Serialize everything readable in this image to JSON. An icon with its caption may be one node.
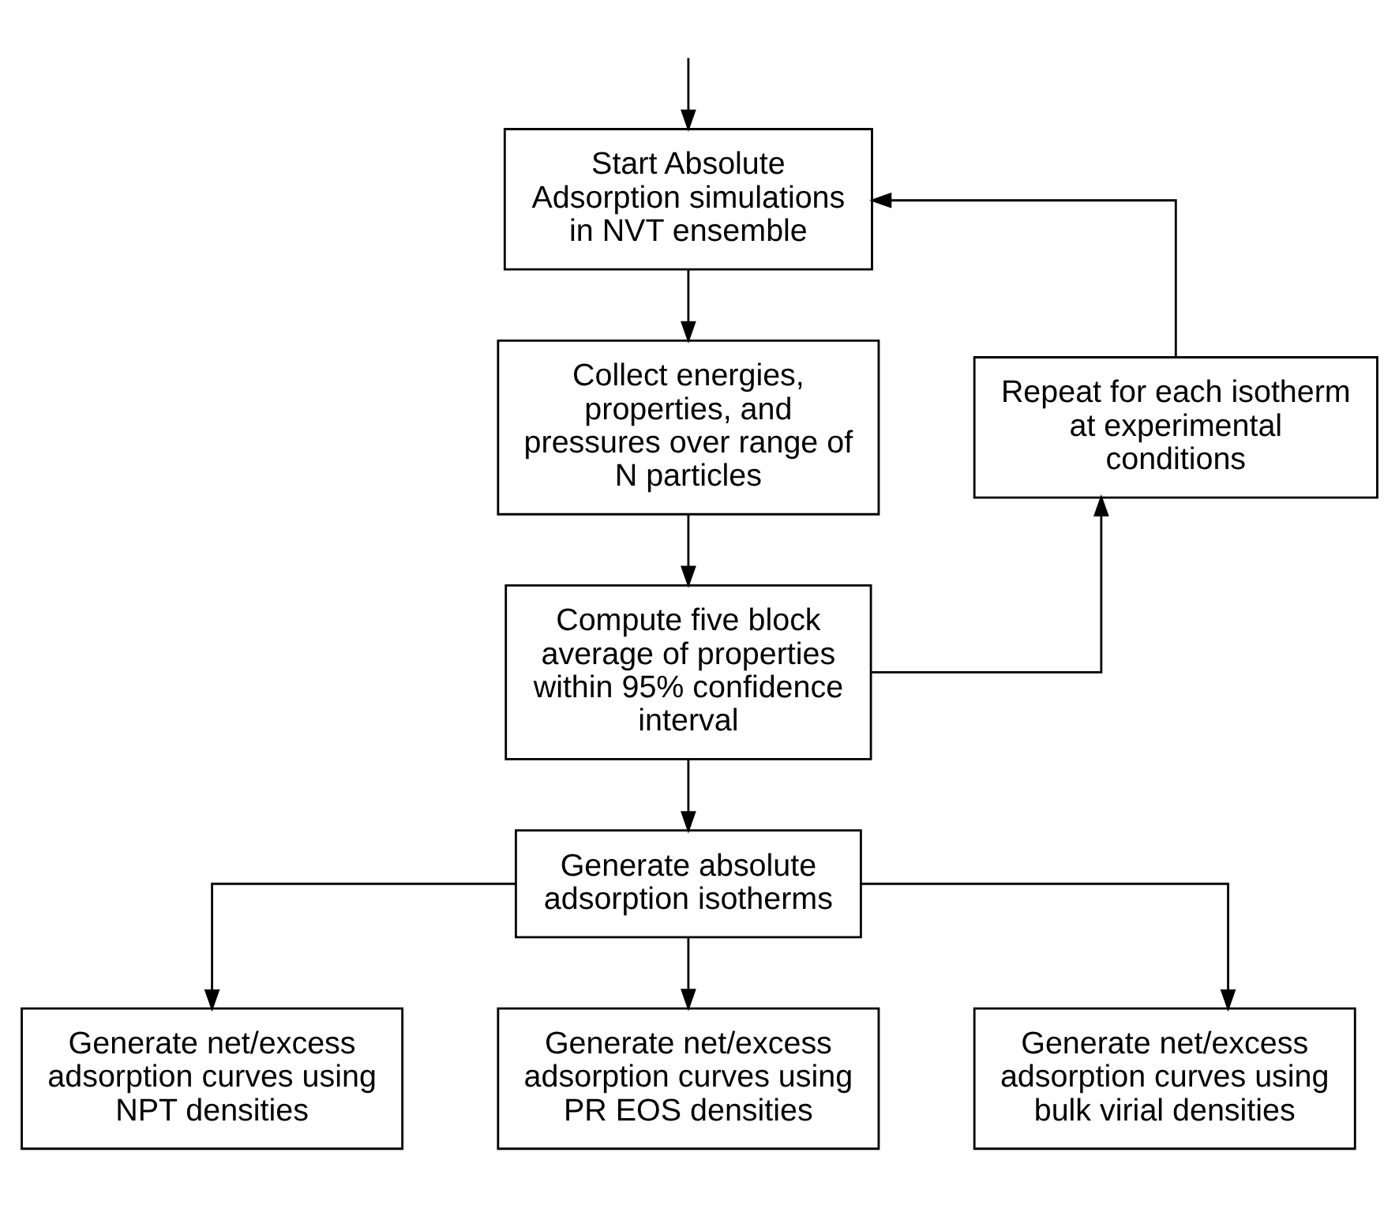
{
  "diagram": {
    "nodes": [
      {
        "text": [
          "Start Absolute Adsorption simulations in NVT ensemble"
        ]
      },
      {
        "text": [
          "Collect energies, properties, and pressures over range of N particles"
        ]
      },
      {
        "text": [
          "Repeat for each isotherm at experimental conditions"
        ]
      },
      {
        "text": [
          "Compute five block average of properties within 95% confidence interval"
        ]
      },
      {
        "text": [
          "Generate absolute adsorption isotherms"
        ]
      },
      {
        "text": [
          "Generate net/excess adsorption curves using NPT densities"
        ]
      },
      {
        "text": [
          "Generate net/excess adsorption curves using PR EOS densities"
        ]
      },
      {
        "text": [
          "Generate net/excess adsorption curves using bulk virial densities"
        ]
      }
    ],
    "edges": [
      {
        "from": null,
        "to": 0,
        "arrow": "to"
      },
      {
        "from": 0,
        "to": 1,
        "arrow": "to"
      },
      {
        "from": 1,
        "to": 3,
        "arrow": "to"
      },
      {
        "from": 3,
        "to": 2,
        "arrow": "to"
      },
      {
        "from": 2,
        "to": 0,
        "arrow": "to"
      },
      {
        "from": 3,
        "to": 4,
        "arrow": "to"
      },
      {
        "from": 4,
        "to": 5,
        "arrow": "to"
      },
      {
        "from": 4,
        "to": 6,
        "arrow": "to"
      },
      {
        "from": 4,
        "to": 7,
        "arrow": "to"
      }
    ]
  }
}
